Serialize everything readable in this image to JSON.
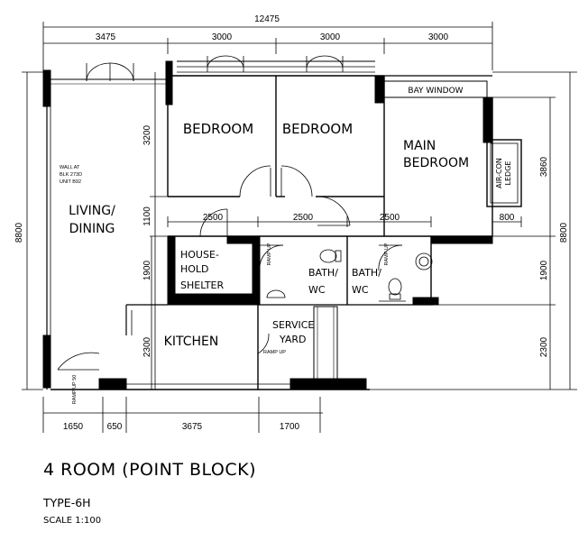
{
  "dimensions": {
    "overall_width": "12475",
    "top_segments": [
      "3475",
      "3000",
      "3000",
      "3000"
    ],
    "bottom_segments": [
      "1650",
      "650",
      "3675",
      "1700"
    ],
    "left_height": "8800",
    "right_height": "8800",
    "inner_left": [
      "3200",
      "1100",
      "1900",
      "2300"
    ],
    "inner_right": [
      "3860",
      "1900",
      "2300"
    ],
    "corridor": [
      "2500",
      "2500",
      "2500"
    ],
    "aircon_width": "800"
  },
  "rooms": {
    "bedroom_1": "BEDROOM",
    "bedroom_2": "BEDROOM",
    "main_bedroom_line1": "MAIN",
    "main_bedroom_line2": "BEDROOM",
    "bay_window": "BAY WINDOW",
    "aircon_line1": "AIR-CON",
    "aircon_line2": "LEDGE",
    "living_line1": "LIVING/",
    "living_line2": "DINING",
    "shelter_line1": "HOUSE-",
    "shelter_line2": "HOLD",
    "shelter_line3": "SHELTER",
    "bath1_line1": "BATH/",
    "bath1_line2": "WC",
    "bath2_line1": "BATH/",
    "bath2_line2": "WC",
    "kitchen": "KITCHEN",
    "service_line1": "SERVICE",
    "service_line2": "YARD"
  },
  "notes": {
    "wall_line1": "WALL AT",
    "wall_line2": "BLK 273D",
    "wall_line3": "UNIT B92",
    "ramp_up": "RAMP UP",
    "ramp_up_50": "RAMP UP 50"
  },
  "caption": {
    "title": "4 ROOM (POINT BLOCK)",
    "type": "TYPE-6H",
    "scale": "SCALE 1:100"
  }
}
